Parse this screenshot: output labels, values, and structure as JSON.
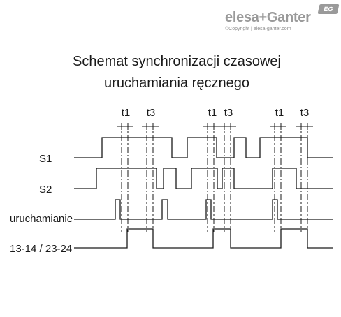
{
  "brand": {
    "name": "elesa+Ganter",
    "badge": "EG",
    "copyright": "©Copyright | elesa-ganter.com"
  },
  "title": {
    "line1": "Schemat synchronizacji czasowej",
    "line2": "uruchamiania ręcznego"
  },
  "timing_diagram": {
    "markers": [
      "t1",
      "t3",
      "t1",
      "t3",
      "t1",
      "t3"
    ],
    "signals": [
      "S1",
      "S2",
      "uruchamianie",
      "13-14 / 23-24"
    ]
  }
}
